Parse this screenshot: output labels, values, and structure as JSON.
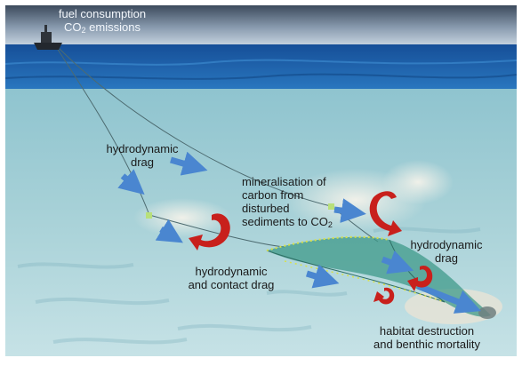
{
  "labels": {
    "fuel_consumption": "fuel consumption",
    "co2_emissions_prefix": "CO",
    "co2_emissions_sub": "2",
    "co2_emissions_suffix": " emissions",
    "hydrodynamic_drag_left_1": "hydrodynamic",
    "hydrodynamic_drag_left_2": "drag",
    "mineralisation_1": "mineralisation of",
    "mineralisation_2": "carbon from",
    "mineralisation_3": "disturbed",
    "mineralisation_4_prefix": "sediments to CO",
    "mineralisation_4_sub": "2",
    "hydrodynamic_drag_right_1": "hydrodynamic",
    "hydrodynamic_drag_right_2": "drag",
    "hydro_contact_1": "hydrodynamic",
    "hydro_contact_2": "and contact drag",
    "habitat_1": "habitat destruction",
    "habitat_2": "and benthic mortality"
  },
  "colors": {
    "sky_top": "#3c4a5c",
    "sky_bottom": "#c9d6e2",
    "sea_surface": "#1f5fa8",
    "water_top": "#8fc4cf",
    "water_bottom": "#c6e2e6",
    "arrow_blue": "#4a86d0",
    "curl_red": "#c8201c",
    "sediment": "#e9e4d6"
  }
}
